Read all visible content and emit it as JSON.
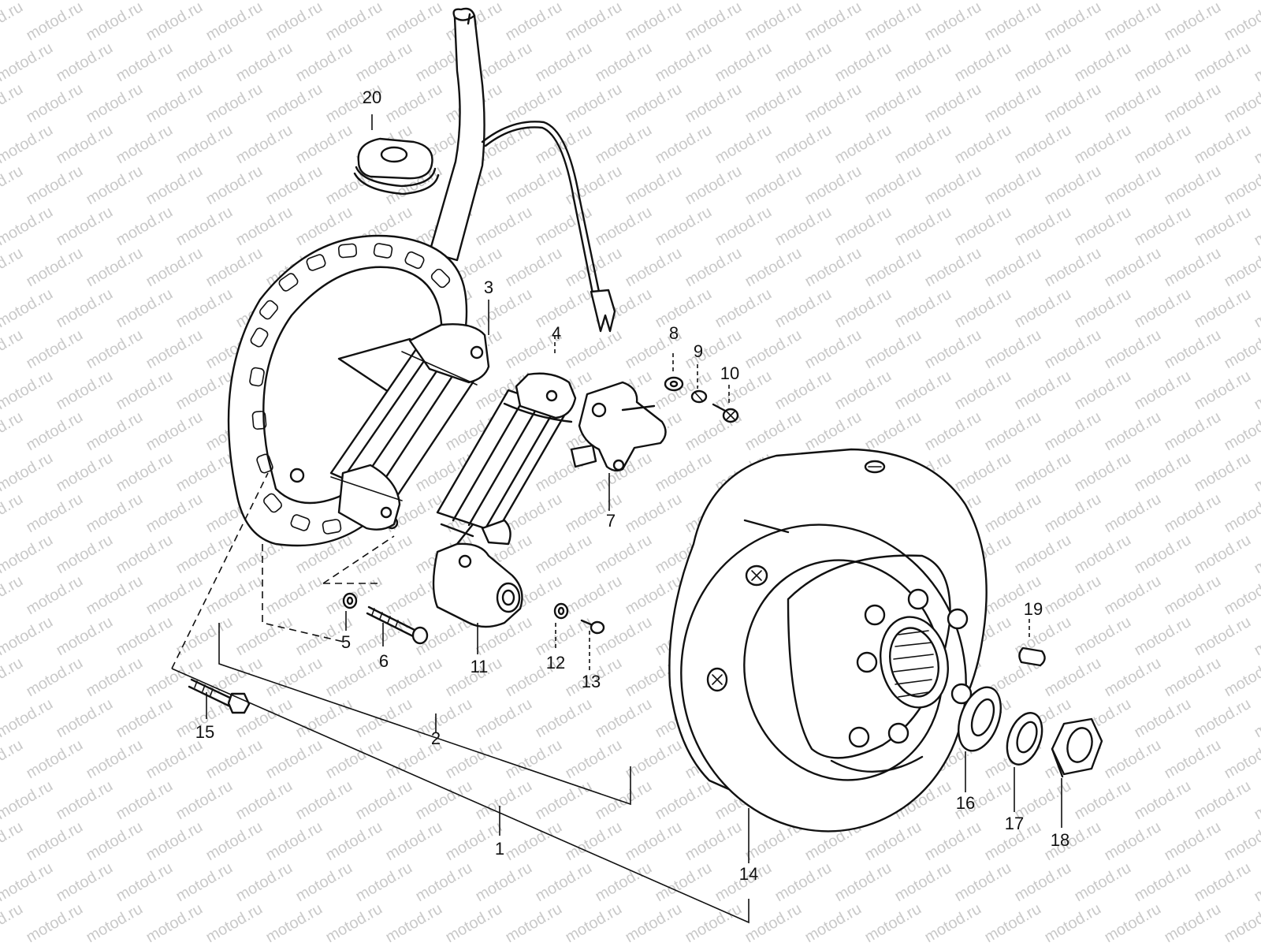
{
  "watermark": "motod.ru",
  "callouts": [
    {
      "id": "1",
      "label": "1"
    },
    {
      "id": "2",
      "label": "2"
    },
    {
      "id": "3",
      "label": "3"
    },
    {
      "id": "4",
      "label": "4"
    },
    {
      "id": "5",
      "label": "5"
    },
    {
      "id": "6",
      "label": "6"
    },
    {
      "id": "7",
      "label": "7"
    },
    {
      "id": "8",
      "label": "8"
    },
    {
      "id": "9",
      "label": "9"
    },
    {
      "id": "10",
      "label": "10"
    },
    {
      "id": "11",
      "label": "11"
    },
    {
      "id": "12",
      "label": "12"
    },
    {
      "id": "13",
      "label": "13"
    },
    {
      "id": "14",
      "label": "14"
    },
    {
      "id": "15",
      "label": "15"
    },
    {
      "id": "16",
      "label": "16"
    },
    {
      "id": "17",
      "label": "17"
    },
    {
      "id": "18",
      "label": "18"
    },
    {
      "id": "19",
      "label": "19"
    },
    {
      "id": "20",
      "label": "20"
    }
  ]
}
